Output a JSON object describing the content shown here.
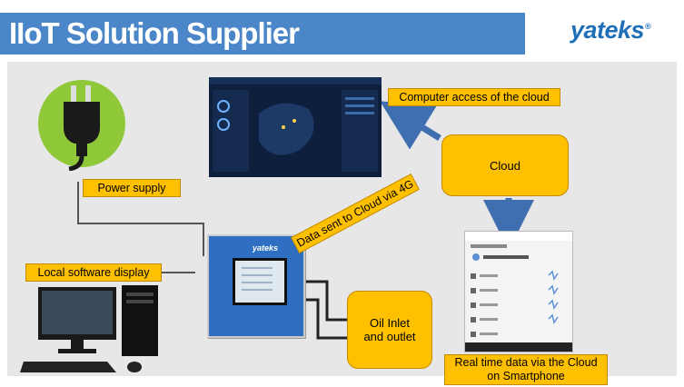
{
  "header": {
    "title": "IIoT Solution Supplier",
    "logo": "yateks",
    "logo_mark": "®"
  },
  "labels": {
    "power_supply": "Power supply",
    "local_display": "Local software display",
    "computer_access": "Computer access of the cloud",
    "cloud": "Cloud",
    "data_sent": "Data sent to Cloud via 4G",
    "oil": "Oil Inlet\nand outlet",
    "realtime": "Real time data via the Cloud\non Smartphone",
    "device_brand": "yateks"
  },
  "colors": {
    "title_bar": "#4a86c8",
    "label_fill": "#ffc000",
    "arrow": "#3f6fb0",
    "panel": "#e7e7e7"
  },
  "icons": [
    "plug-icon",
    "desktop-computer-icon",
    "monitor-device-icon",
    "smartphone-icon",
    "dashboard-screen-icon"
  ]
}
